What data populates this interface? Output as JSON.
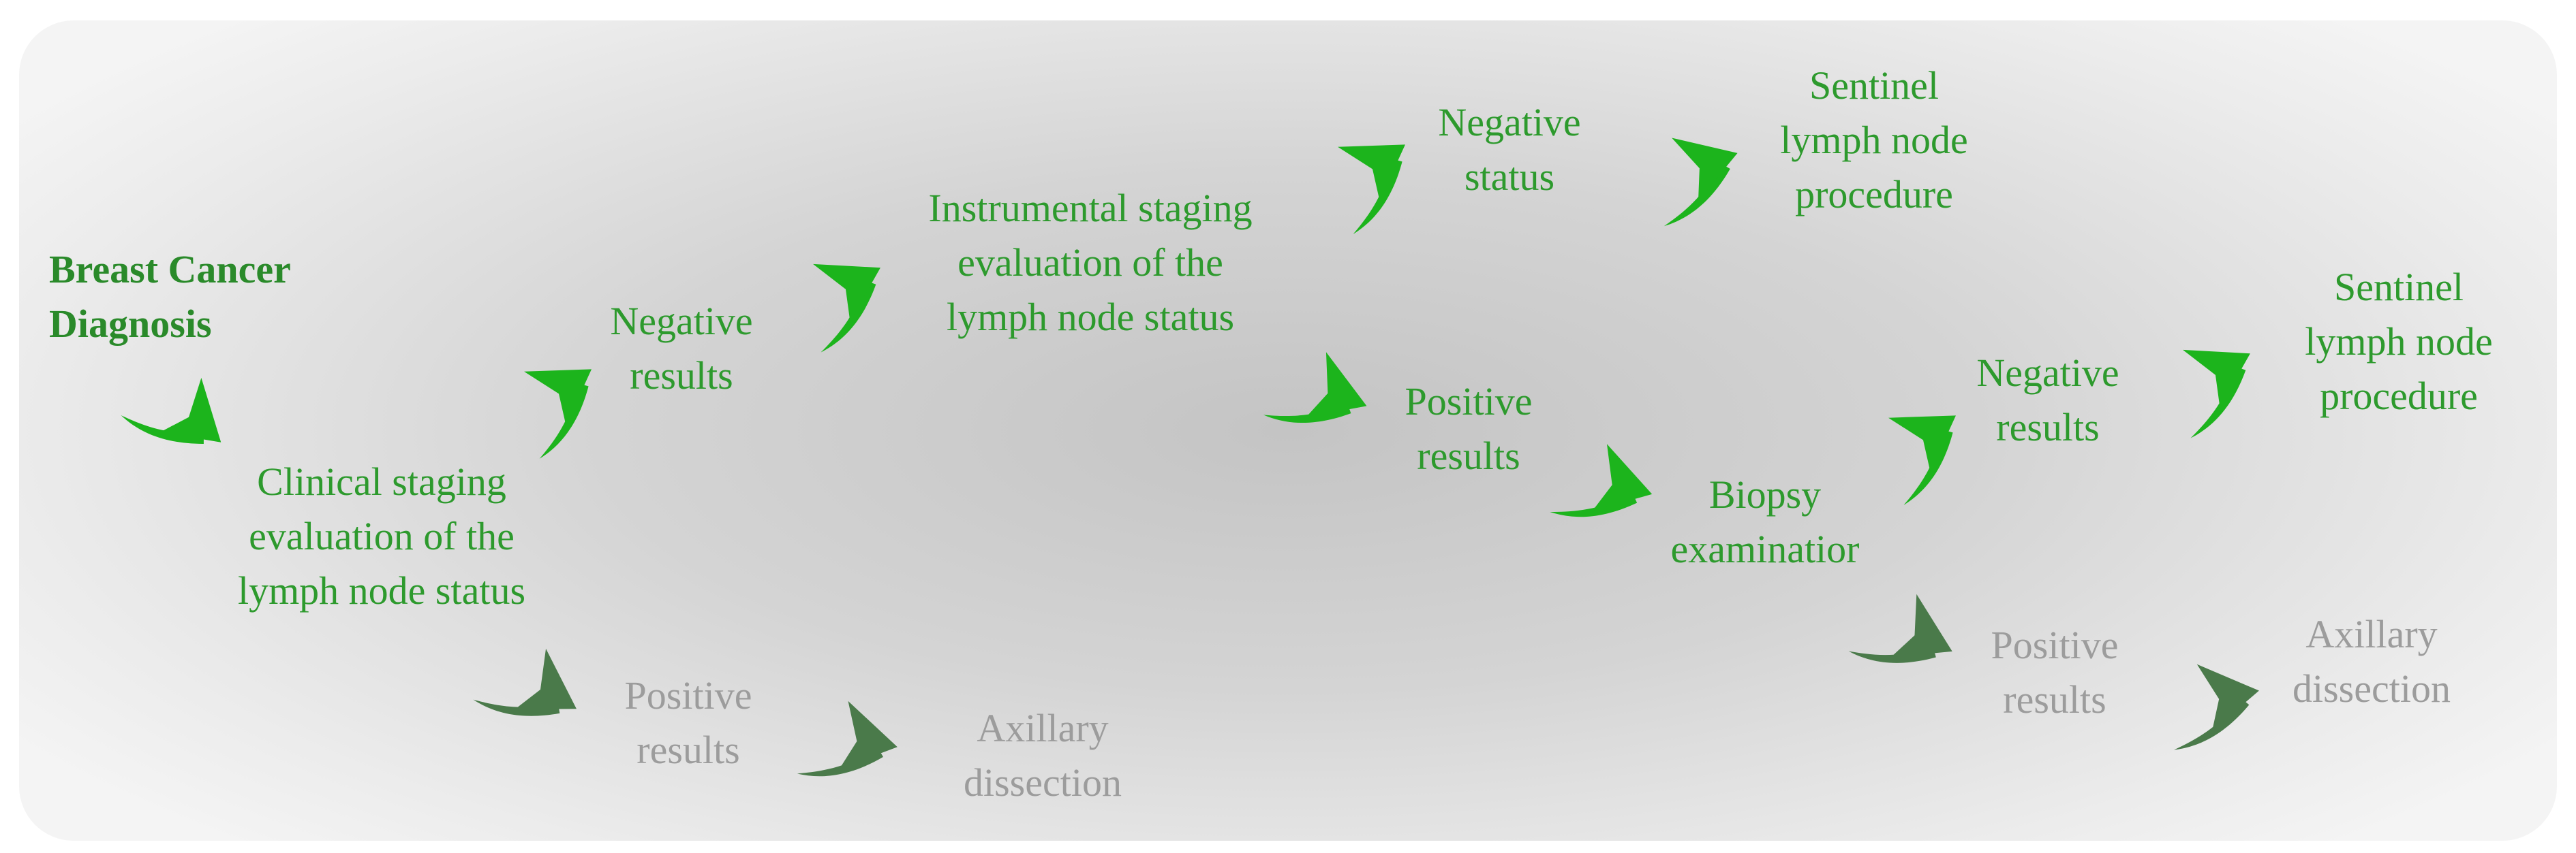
{
  "colors": {
    "positive_path_text": "#2d9a2d",
    "negative_path_text": "#9c9c9c",
    "bright_arrow": "#1cb41c",
    "dark_arrow": "#4a7a4a",
    "background_center": "#c4c4c4",
    "background_edge": "#f4f4f4"
  },
  "nodes": {
    "diagnosis": "Breast Cancer\nDiagnosis",
    "clinical": "Clinical staging\nevaluation of the\nlymph node status",
    "neg1": "Negative\nresults",
    "pos1": "Positive\nresults",
    "axillary1": "Axillary\ndissection",
    "instrumental": "Instrumental staging\nevaluation of the\nlymph node status",
    "neg_status": "Negative\nstatus",
    "sentinel1": "Sentinel\nlymph node\nprocedure",
    "pos2": "Positive\nresults",
    "biopsy": "Biopsy\nexaminatior",
    "neg3": "Negative\nresults",
    "sentinel2": "Sentinel\nlymph node\nprocedure",
    "pos3": "Positive\nresults",
    "axillary2": "Axillary\ndissection"
  },
  "arrow_icon": "curved-brush-arrow"
}
